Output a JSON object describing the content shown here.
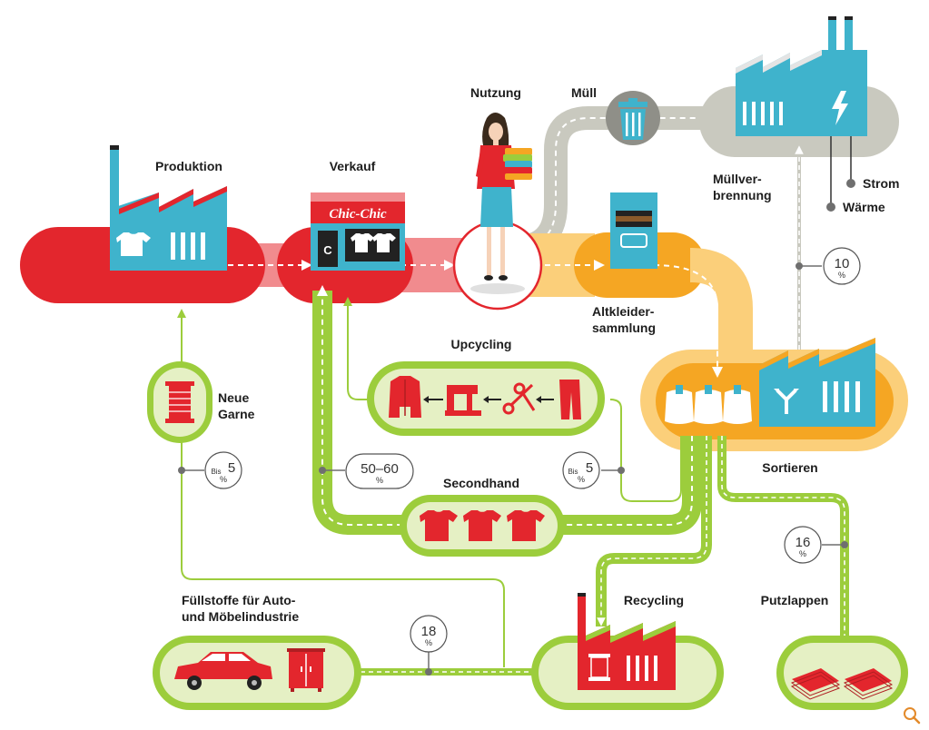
{
  "labels": {
    "produktion": "Produktion",
    "verkauf": "Verkauf",
    "nutzung": "Nutzung",
    "muell": "Müll",
    "muellverbrennung_1": "Müllver-",
    "muellverbrennung_2": "brennung",
    "strom": "Strom",
    "waerme": "Wärme",
    "altkleider_1": "Altkleider-",
    "altkleider_2": "sammlung",
    "upcycling": "Upcycling",
    "neue_garne_1": "Neue",
    "neue_garne_2": "Garne",
    "sortieren": "Sortieren",
    "secondhand": "Secondhand",
    "recycling": "Recycling",
    "putzlappen": "Putzlappen",
    "fuellstoffe_1": "Füllstoffe für Auto-",
    "fuellstoffe_2": "und Möbelindustrie"
  },
  "shop_sign": "Chic-Chic",
  "shop_letter": "C",
  "percentages": {
    "verbrennung": {
      "value": "10",
      "unit": "%"
    },
    "neue_garne": {
      "prefix": "Bis",
      "value": "5",
      "unit": "%"
    },
    "secondhand": {
      "value": "50–60",
      "unit": "%"
    },
    "upcycling": {
      "prefix": "Bis",
      "value": "5",
      "unit": "%"
    },
    "putzlappen": {
      "value": "16",
      "unit": "%"
    },
    "fuellstoffe": {
      "value": "18",
      "unit": "%"
    }
  },
  "colors": {
    "red": "#e3262d",
    "dark_red": "#b01e22",
    "cyan": "#3fb3cc",
    "orange": "#f5a623",
    "light_orange": "#fbcf7a",
    "green": "#9ccd3c",
    "light_green": "#e5f0c4",
    "gray": "#bdbdb4",
    "dark_gray": "#6f6f6f"
  },
  "icons": [
    "factory-icon",
    "shop-icon",
    "woman-icon",
    "trash-bin-icon",
    "power-plant-icon",
    "collection-container-icon",
    "sorting-factory-icon",
    "yarn-spool-icon",
    "jacket-icon",
    "sewing-machine-icon",
    "scissors-icon",
    "trousers-icon",
    "shirt-icon",
    "car-icon",
    "cabinet-icon",
    "rags-icon",
    "recycling-factory-icon",
    "zoom-icon"
  ]
}
